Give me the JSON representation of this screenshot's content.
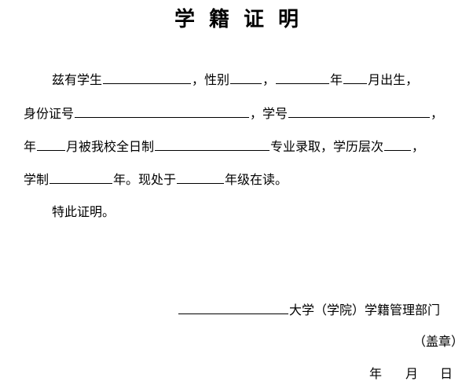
{
  "document": {
    "title_chars": [
      "学",
      "籍",
      "证",
      "明"
    ],
    "line1": {
      "p1": "兹有学生",
      "p2": "，性别",
      "p3": "，",
      "p4": "年",
      "p5": "月出生，"
    },
    "line2": {
      "p1": "身份证号",
      "p2": "，学号",
      "p3": "，"
    },
    "line3": {
      "p1": "年",
      "p2": "月被我校全日制",
      "p3": "专业录取，学历层次",
      "p4": "，"
    },
    "line4": {
      "p1": "学制",
      "p2": "年。现处于",
      "p3": "年级在读。"
    },
    "line5": "特此证明。",
    "signature": {
      "dept": "大学（学院）学籍管理部门",
      "seal": "（盖章）",
      "date_year": "年",
      "date_month": "月",
      "date_day": "日"
    }
  }
}
